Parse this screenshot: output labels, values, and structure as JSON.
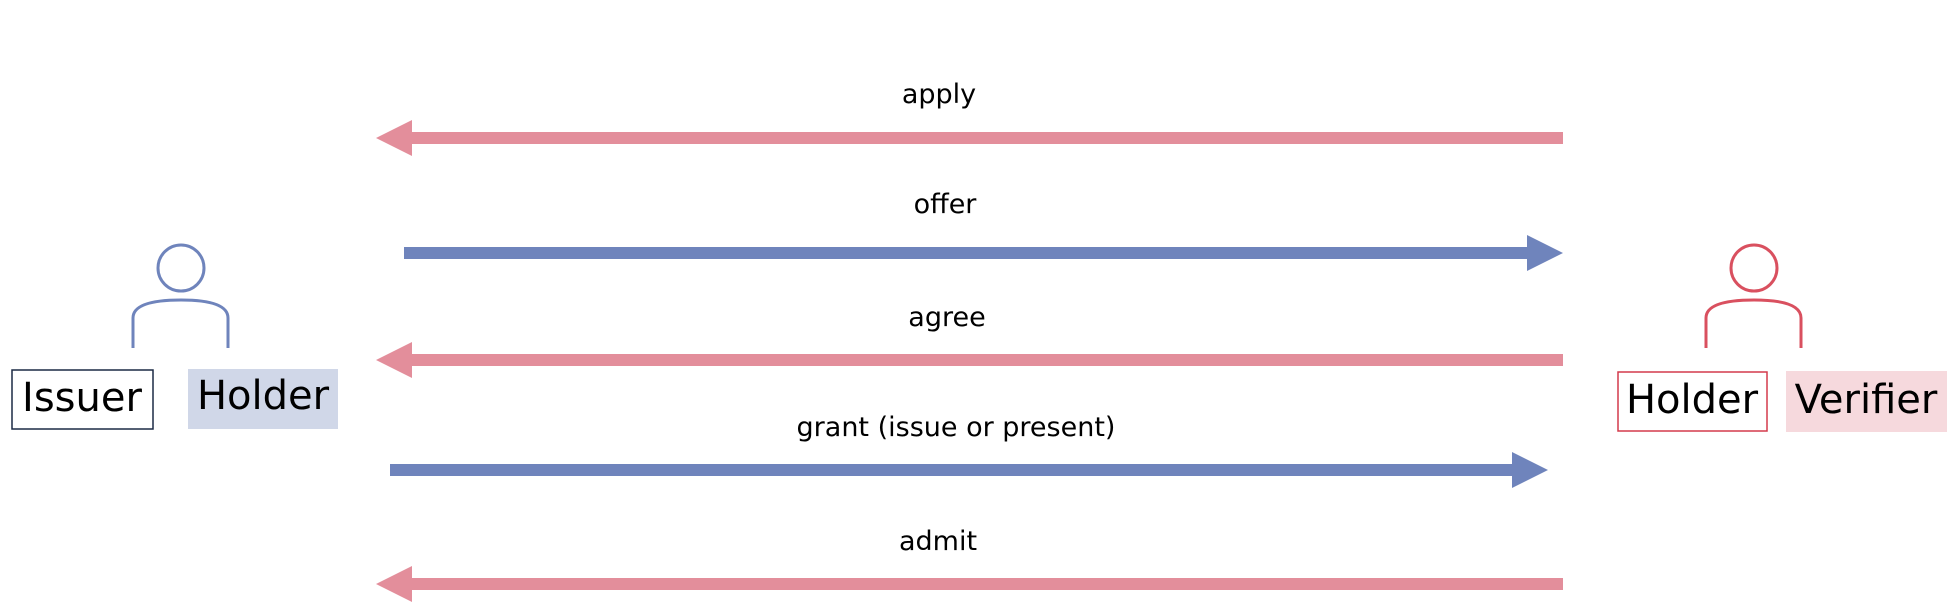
{
  "colors": {
    "left_party": "#6f84bc",
    "right_party": "#e38e9b",
    "right_person": "#d9505f",
    "left_role_fill": "#d0d7e8",
    "right_role_fill": "#f6d9dd",
    "left_box_border": "#1c2a45",
    "right_box_border": "#d43a4b"
  },
  "left_party": {
    "icon": "person-icon",
    "role_primary": "Issuer",
    "role_secondary": "Holder"
  },
  "right_party": {
    "icon": "person-icon",
    "role_primary": "Holder",
    "role_secondary": "Verifier"
  },
  "messages": [
    {
      "label": "apply",
      "direction": "to-left"
    },
    {
      "label": "offer",
      "direction": "to-right"
    },
    {
      "label": "agree",
      "direction": "to-left"
    },
    {
      "label": "grant (issue or present)",
      "direction": "to-right"
    },
    {
      "label": "admit",
      "direction": "to-left"
    }
  ]
}
